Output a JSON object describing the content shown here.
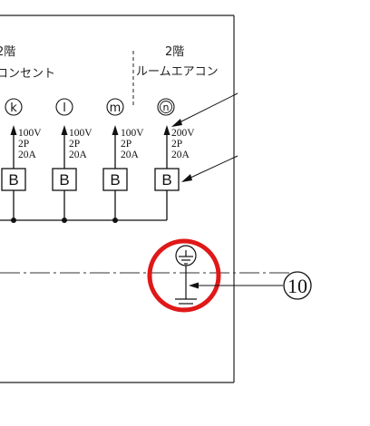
{
  "left_heading": {
    "line1": "2階",
    "line2": "コンセント"
  },
  "right_heading": {
    "line1": "2階",
    "line2": "ルームエアコン"
  },
  "circuits": [
    {
      "id": "k",
      "spec": [
        "100V",
        "2P",
        "20A"
      ],
      "breaker": "B"
    },
    {
      "id": "l",
      "spec": [
        "100V",
        "2P",
        "20A"
      ],
      "breaker": "B"
    },
    {
      "id": "m",
      "spec": [
        "100V",
        "2P",
        "20A"
      ],
      "breaker": "B"
    },
    {
      "id": "n",
      "spec": [
        "200V",
        "2P",
        "20A"
      ],
      "breaker": "B"
    }
  ],
  "callout_number": "10",
  "highlight_color": "#e01818"
}
